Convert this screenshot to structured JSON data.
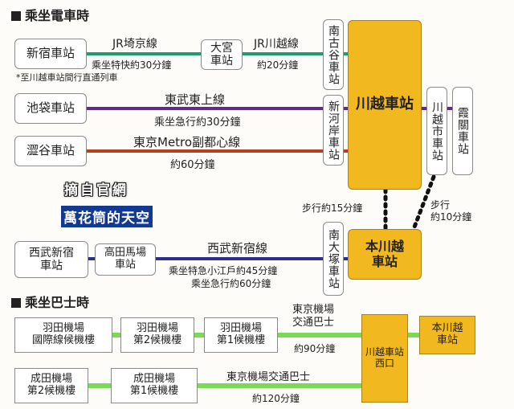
{
  "sections": {
    "train": "乘坐電車時",
    "bus": "乘坐巴士時"
  },
  "stations": {
    "shinjuku": "新宿車站",
    "ikebukuro": "池袋車站",
    "shibuya": "澀谷車站",
    "omiya": "大宮\n車站",
    "minami_furuya": "南古谷車站",
    "shingashi": "新河岸車站",
    "kawagoe": "川越車站",
    "kawagoeshi": "川越市車站",
    "kasumigaseki": "霞關車站",
    "seibu_shinjuku": "西武新宿\n車站",
    "takadanobaba": "高田馬場\n車站",
    "minami_otsuka": "南大塚車站",
    "hon_kawagoe": "本川越\n車站"
  },
  "routes": {
    "jr_saikyo": "JR埼京線",
    "jr_saikyo_time": "乘坐特快約30分鐘",
    "jr_saikyo_note": "*至川越車站間行直通列車",
    "jr_kawagoe": "JR川越線",
    "jr_kawagoe_time": "約20分鐘",
    "tobu_tojo": "東武東上線",
    "tobu_tojo_time": "乘坐急行約30分鐘",
    "metro_fukutoshin": "東京Metro副都心線",
    "metro_fukutoshin_time": "約60分鐘",
    "walk_15": "步行約15分鐘",
    "walk_10": "步行\n約10分鐘",
    "seibu_shinjuku_line": "西武新宿線",
    "seibu_time_1": "乘坐特急小江戶約45分鐘",
    "seibu_time_2": "乘坐急行約60分鐘"
  },
  "bus": {
    "haneda_intl": "羽田機場\n國際線候機樓",
    "haneda_t2": "羽田機場\n第2候機樓",
    "haneda_t1": "羽田機場\n第1候機樓",
    "narita_t2": "成田機場\n第2候機樓",
    "narita_t1": "成田機場\n第1候機樓",
    "haneda_bus": "東京機場\n交通巴士",
    "haneda_time": "約90分鐘",
    "narita_bus": "東京機場交通巴士",
    "narita_time": "約120分鐘",
    "kawagoe_west": "川越車站\n西口",
    "hon_kawagoe_stop": "本川越\n車站"
  },
  "watermark": {
    "line1": "摘自官網",
    "line2": "萬花筒的天空"
  },
  "colors": {
    "jr_saikyo": "#1b9e6b",
    "tobu_tojo": "#5b2d8e",
    "metro_fukutoshin": "#b5401f",
    "seibu": "#2e2e8f",
    "bus": "#7bd957",
    "gold": "#f1b81f"
  }
}
